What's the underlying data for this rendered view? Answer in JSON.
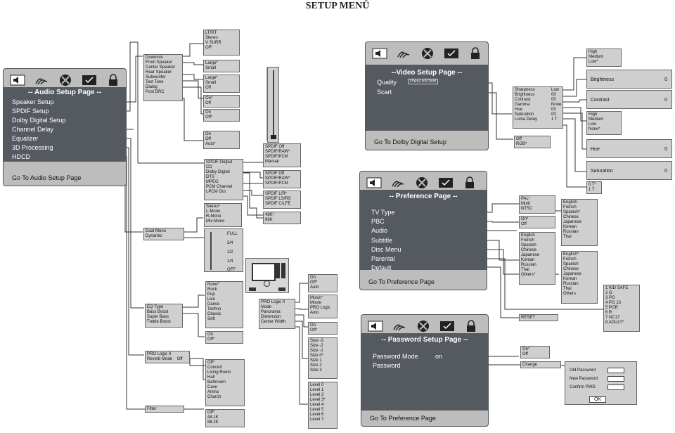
{
  "page_title": "SETUP MENÜ",
  "audio": {
    "title": "-- Audio Setup Page --",
    "items": [
      "Speaker Setup",
      "SPDIF Setup",
      "Dolby Digital Setup",
      "Channel Delay",
      "Equalizer",
      "3D Processing",
      "HDCD"
    ],
    "footer": "Go To Audio Setup Page",
    "speaker_menu": [
      "Downmix",
      "Front Speaker",
      "Center Speaker",
      "Rear Speaker",
      "Subwoofer",
      "Test Tone",
      "Dialog",
      "Post DRC"
    ],
    "downmix_opts": [
      "LT/RT",
      "Stereo",
      "V SURR",
      "Off*"
    ],
    "front_opts": [
      "Large*",
      "Small"
    ],
    "center_opts": [
      "Large*",
      "Small",
      "Off"
    ],
    "sub_opts": [
      "On*",
      "Off"
    ],
    "test_opts": [
      "On",
      "Off*"
    ],
    "drc_opts": [
      "On",
      "Off",
      "Auto*"
    ],
    "spdif_menu": [
      "SPDIF Output",
      "CD",
      "Dolby Digital",
      "DTS",
      "MPEG",
      "PCM Channel",
      "LPCM Out"
    ],
    "spdif_output_opts": [
      "SPDIF Off",
      "SPDIF/RAW*",
      "SPDIF/PCM",
      "Manual"
    ],
    "dts_opts": [
      "SPDIF Off",
      "SPDIF/RAW*",
      "SPDIF/PCM"
    ],
    "pcm_channel_opts": [
      "SPDIF L/R*",
      "SPDIF LS/RS",
      "SPDIF C/LFE"
    ],
    "lpcm_opts": [
      "48K*",
      "96K"
    ],
    "dual_mono_opts": [
      "Stereo*",
      "L-Mono",
      "R-Mono",
      "Mix-Mono"
    ],
    "dolby_menu": [
      "Dual Mono",
      "Dynamic"
    ],
    "dynamic_scale": [
      "FULL",
      "3/4",
      "1/2",
      "1/4",
      "OFF"
    ],
    "eq_menu": [
      "EQ Type",
      "Bass Boost",
      "Super Bass",
      "Treble Boost"
    ],
    "eq_type_opts": [
      "None*",
      "Rock",
      "Pop",
      "Live",
      "Dance",
      "Techno",
      "Classic",
      "Soft"
    ],
    "boost_opts": [
      "On",
      "Off*"
    ],
    "proc_menu": [
      "PRO Logic II",
      "Reverb Mode",
      "Off"
    ],
    "reverb_opts": [
      "Off*",
      "Concert",
      "Living Room",
      "Hall",
      "Bathroom",
      "Cave",
      "Arena",
      "Church"
    ],
    "filter_label": "Filter",
    "filter_opts": [
      "Off*",
      "44.1K",
      "88.2K"
    ],
    "pl2_menu": [
      "PRO Logic II",
      "Mode",
      "Panorama",
      "Dimension",
      "Center Width"
    ],
    "pl2_opts": [
      "On",
      "Off*",
      "Auto"
    ],
    "mode_opts": [
      "Music*",
      "Movie",
      "PRO Logic",
      "Auto"
    ],
    "panorama_opts": [
      "On",
      "Off*"
    ],
    "dimension_opts": [
      "Size -3",
      "Size -2",
      "Size -1",
      "Size 0*",
      "Size 1",
      "Size 2",
      "Size 3"
    ],
    "cwidth_opts": [
      "Level 0",
      "Level 1",
      "Level 2",
      "Level 3*",
      "Level 4",
      "Level 5",
      "Level 6",
      "Level 7"
    ]
  },
  "video": {
    "title": "--Video Setup Page --",
    "items": [
      "Quality",
      "Scart"
    ],
    "quality_hint": "Press ENTER",
    "footer": "Go To Dolby Digital Setup",
    "quality_menu": [
      "Sharpness",
      "Brightness",
      "Contrast",
      "Gamma",
      "Hue",
      "Saturation",
      "Luma Delay"
    ],
    "quality_vals": [
      "Low",
      "00",
      "00",
      "None",
      "00",
      "00",
      "1  T"
    ],
    "sharp_opts": [
      "High",
      "Medium",
      "Low*"
    ],
    "brightness_label": "Brightness",
    "contrast_label": "Contrast",
    "gamma_opts": [
      "High",
      "Medium",
      "Low",
      "None*"
    ],
    "hue_label": "Hue",
    "saturation_label": "Saturation",
    "slider_val": "0",
    "luma_opts": [
      "0  T*",
      "1  T"
    ],
    "scart_opts": [
      "Off",
      "RGB*"
    ]
  },
  "pref": {
    "title": "-- Preference Page --",
    "items": [
      "TV Type",
      "PBC",
      "Audio",
      "Subtitle",
      "Disc Menu",
      "Parental",
      "Default"
    ],
    "footer": "Go To Preference Page",
    "tv_opts": [
      "PAL*",
      "Multi",
      "NTSC"
    ],
    "pbc_opts": [
      "On*",
      "Off"
    ],
    "audio_opts": [
      "English",
      "French",
      "Spanish",
      "Chinese",
      "Japanese",
      "Korean",
      "Russian",
      "Thai",
      "Others*"
    ],
    "subtitle_opts": [
      "English",
      "French",
      "Spanish*",
      "Chinese",
      "Japanese",
      "Korean",
      "Russian",
      "Thai"
    ],
    "menu_opts": [
      "English*",
      "French",
      "Spanish",
      "Chinese",
      "Japanese",
      "Korean",
      "Russian",
      "Thai",
      "Others"
    ],
    "parental_opts": [
      "1  KID SAFE",
      "2  G",
      "3  PG",
      "4  PG 13",
      "5  PGR",
      "6  R",
      "7  NC17",
      "8  ADULT*"
    ],
    "reset_label": "RESET"
  },
  "password": {
    "title": "-- Password Setup Page --",
    "items": [
      "Password Mode",
      "Password"
    ],
    "mode_value": "on",
    "footer": "Go To Preference Page",
    "mode_opts": [
      "On*",
      "Off"
    ],
    "change_label": "Change",
    "fields": [
      "Old Password",
      "New Password",
      "Confirm PWD"
    ],
    "ok_label": "OK"
  },
  "icons": [
    "speaker-icon",
    "sound-waves-icon",
    "dolby-disc-icon",
    "check-monitor-icon",
    "lock-icon"
  ]
}
